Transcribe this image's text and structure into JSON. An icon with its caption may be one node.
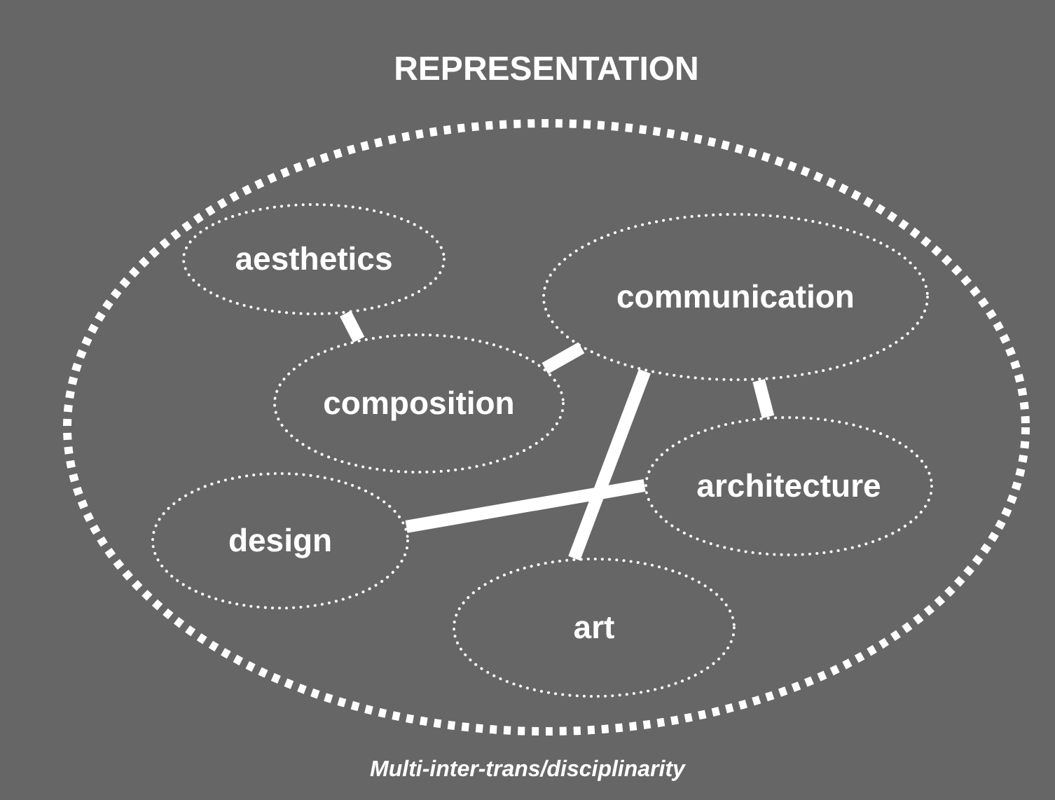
{
  "diagram": {
    "caption": "Multi-inter-trans/disciplinarity",
    "nodes": [
      {
        "text": [
          "REPRESENTATION"
        ]
      },
      {
        "text": [
          "aesthetics"
        ],
        "in": 0
      },
      {
        "text": [
          "communication"
        ],
        "in": 0
      },
      {
        "text": [
          "composition"
        ],
        "in": 0
      },
      {
        "text": [
          "architecture"
        ],
        "in": 0
      },
      {
        "text": [
          "design"
        ],
        "in": 0
      },
      {
        "text": [
          "art"
        ],
        "in": 0
      }
    ],
    "edges": [
      {
        "from": 1,
        "to": 3,
        "arrow": "none"
      },
      {
        "from": 3,
        "to": 2,
        "arrow": "none"
      },
      {
        "from": 2,
        "to": 6,
        "arrow": "none"
      },
      {
        "from": 2,
        "to": 4,
        "arrow": "none"
      },
      {
        "from": 5,
        "to": 4,
        "arrow": "none"
      }
    ]
  }
}
